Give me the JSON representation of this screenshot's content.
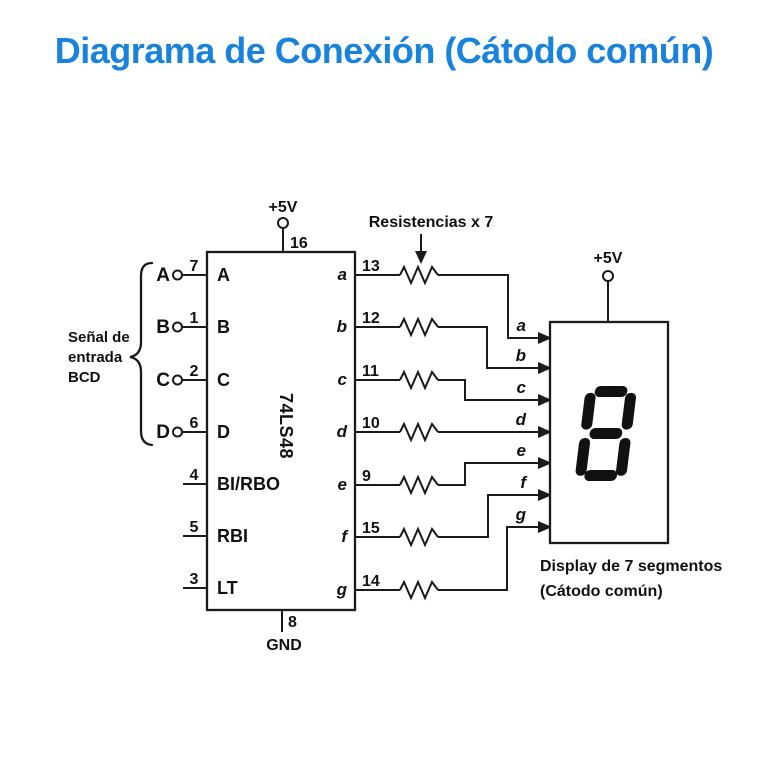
{
  "title": "Diagrama de Conexión (Cátodo común)",
  "colors": {
    "title_blue": "#1882dd",
    "ink": "#1a1a1a"
  },
  "bcd_label": {
    "line1": "Señal de",
    "line2": "entrada",
    "line3": "BCD"
  },
  "resistors_label": "Resistencias x 7",
  "ic": {
    "name": "74LS48",
    "vcc": {
      "label": "+5V",
      "pin": "16"
    },
    "gnd": {
      "label": "GND",
      "pin": "8"
    },
    "inputs": [
      {
        "ext": "A",
        "pin": "7",
        "int": "A"
      },
      {
        "ext": "B",
        "pin": "1",
        "int": "B"
      },
      {
        "ext": "C",
        "pin": "2",
        "int": "C"
      },
      {
        "ext": "D",
        "pin": "6",
        "int": "D"
      }
    ],
    "controls": [
      {
        "pin": "4",
        "label": "BI/RBO"
      },
      {
        "pin": "5",
        "label": "RBI"
      },
      {
        "pin": "3",
        "label": "LT"
      }
    ],
    "outputs": [
      {
        "seg": "a",
        "pin": "13"
      },
      {
        "seg": "b",
        "pin": "12"
      },
      {
        "seg": "c",
        "pin": "11"
      },
      {
        "seg": "d",
        "pin": "10"
      },
      {
        "seg": "e",
        "pin": "9"
      },
      {
        "seg": "f",
        "pin": "15"
      },
      {
        "seg": "g",
        "pin": "14"
      }
    ]
  },
  "display": {
    "vcc": "+5V",
    "digit": "8",
    "inputs": [
      "a",
      "b",
      "c",
      "d",
      "e",
      "f",
      "g"
    ],
    "caption_line1": "Display de 7 segmentos",
    "caption_line2": "(Cátodo común)"
  }
}
